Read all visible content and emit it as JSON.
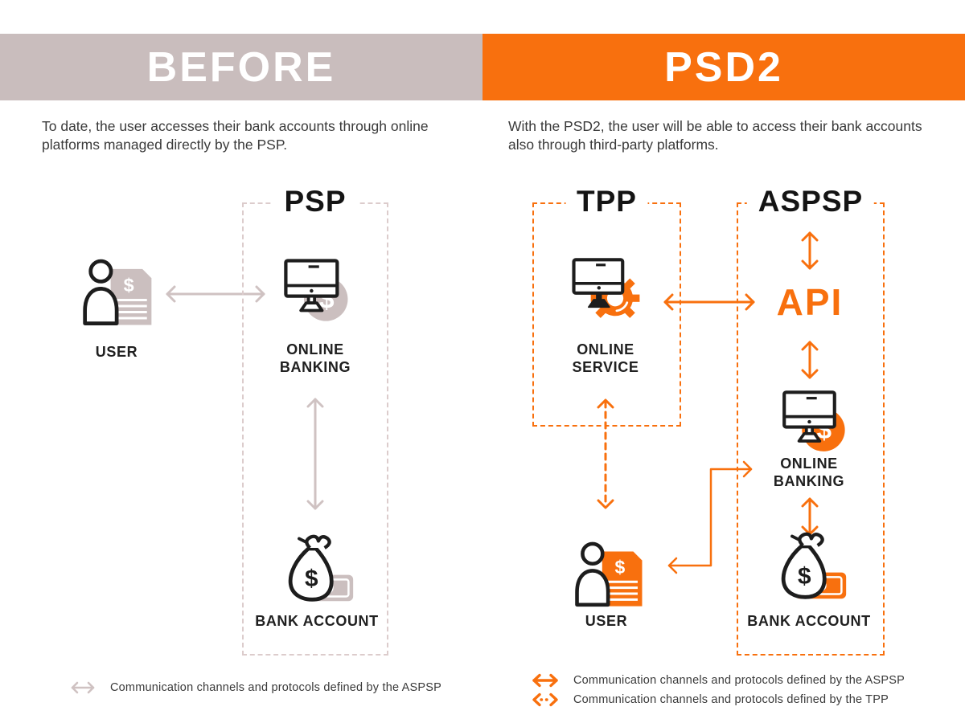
{
  "colors": {
    "orange": "#F8700E",
    "taupe_header": "#C9BDBD",
    "taupe_icon": "#CBBFBF",
    "taupe_dash": "#DCCCCC",
    "taupe_arrow": "#CFC2C2",
    "ink": "#1C1C1C",
    "text": "#3A3A3A"
  },
  "header": {
    "before": "BEFORE",
    "psd2": "PSD2"
  },
  "descriptions": {
    "before": "To date, the user accesses their bank accounts through online platforms managed directly by the PSP.",
    "psd2": "With the PSD2, the user will be able to access their bank accounts also through third-party platforms."
  },
  "glyphs": {
    "dollar": "$"
  },
  "before_panel": {
    "box_title": "PSP",
    "user_label": "USER",
    "online_banking": [
      "ONLINE",
      "BANKING"
    ],
    "bank_account_label": "BANK ACCOUNT",
    "legend": [
      {
        "style": "solid-gray",
        "text": "Communication channels and protocols defined by the ASPSP"
      }
    ]
  },
  "psd2_panel": {
    "tpp_box_title": "TPP",
    "aspsp_box_title": "ASPSP",
    "online_service": [
      "ONLINE",
      "SERVICE"
    ],
    "api_label": "API",
    "online_banking": [
      "ONLINE",
      "BANKING"
    ],
    "bank_account_label": "BANK ACCOUNT",
    "user_label": "USER",
    "legend": [
      {
        "style": "solid-orange",
        "text": "Communication channels and protocols defined by the ASPSP"
      },
      {
        "style": "dashed-orange",
        "text": "Communication channels and protocols defined by the TPP"
      }
    ]
  }
}
